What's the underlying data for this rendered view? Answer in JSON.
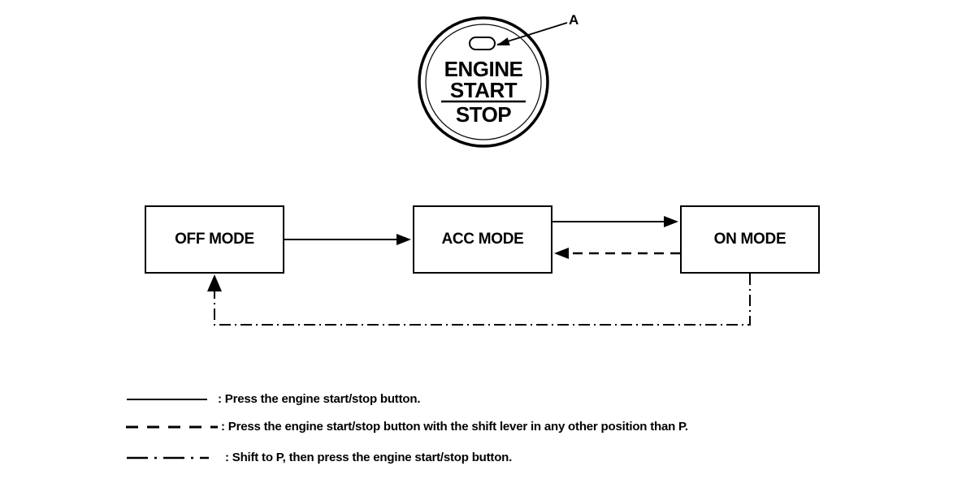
{
  "page": {
    "background": "#ffffff",
    "line_color": "#000000"
  },
  "start_button": {
    "lines": [
      "ENGINE",
      "START",
      "STOP"
    ],
    "indicator_label": "A",
    "indicator_icon": "pill-indicator-light"
  },
  "flow": {
    "nodes": [
      "OFF MODE",
      "ACC MODE",
      "ON MODE"
    ],
    "transitions": [
      {
        "from": "OFF MODE",
        "to": "ACC MODE",
        "style": "solid"
      },
      {
        "from": "ACC MODE",
        "to": "ON MODE",
        "style": "solid"
      },
      {
        "from": "ON MODE",
        "to": "ACC MODE",
        "style": "dashed"
      },
      {
        "from": "ON MODE",
        "to": "OFF MODE",
        "style": "dash-dot"
      }
    ]
  },
  "legend": {
    "items": [
      {
        "line_style": "solid",
        "text": ": Press the engine start/stop button."
      },
      {
        "line_style": "dashed",
        "text": ": Press the engine start/stop button with the shift lever in any other position than P."
      },
      {
        "line_style": "dash-dot",
        "text": ": Shift to P, then press the engine start/stop button."
      }
    ]
  }
}
